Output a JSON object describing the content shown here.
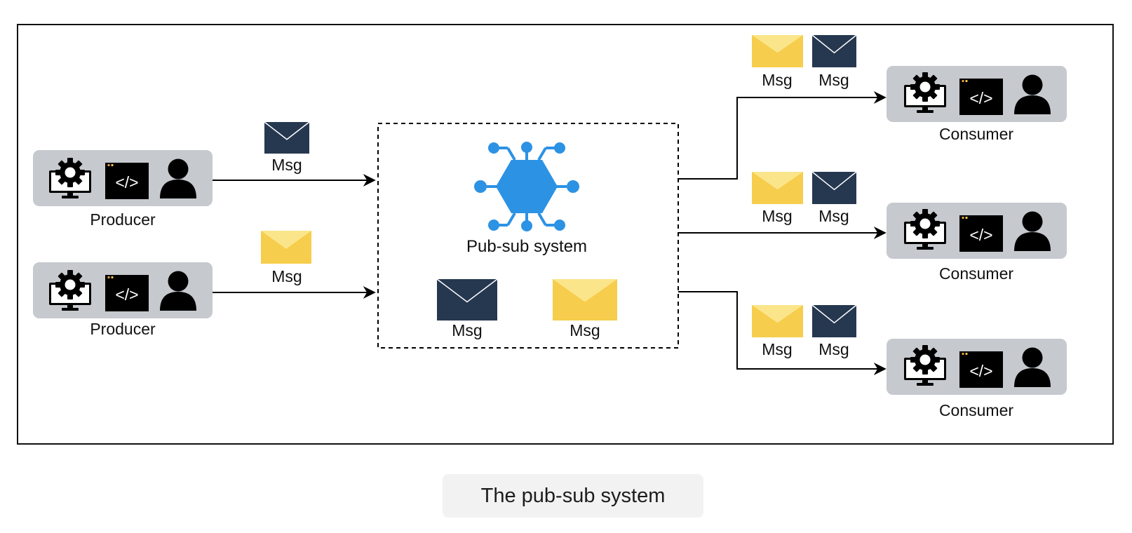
{
  "labels": {
    "producer": "Producer",
    "consumer": "Consumer",
    "message": "Msg",
    "hub": "Pub-sub system",
    "code_glyph": "</>"
  },
  "caption": "The pub-sub system",
  "colors": {
    "producer": "#2f8fe0",
    "producer_dark": "#1d6fb8",
    "consumer": "#6cc04a",
    "consumer_dark": "#4c9a33",
    "panel": "#c6c9ce",
    "hub": "#2c92e4",
    "msg_dark": "#263850",
    "msg_yellow": "#f6cd4c",
    "msg_yellow_flap": "#fbe58a"
  },
  "icons": [
    "gear-monitor-icon",
    "code-window-icon",
    "user-icon",
    "envelope-icon",
    "hub-hexagon-icon"
  ]
}
